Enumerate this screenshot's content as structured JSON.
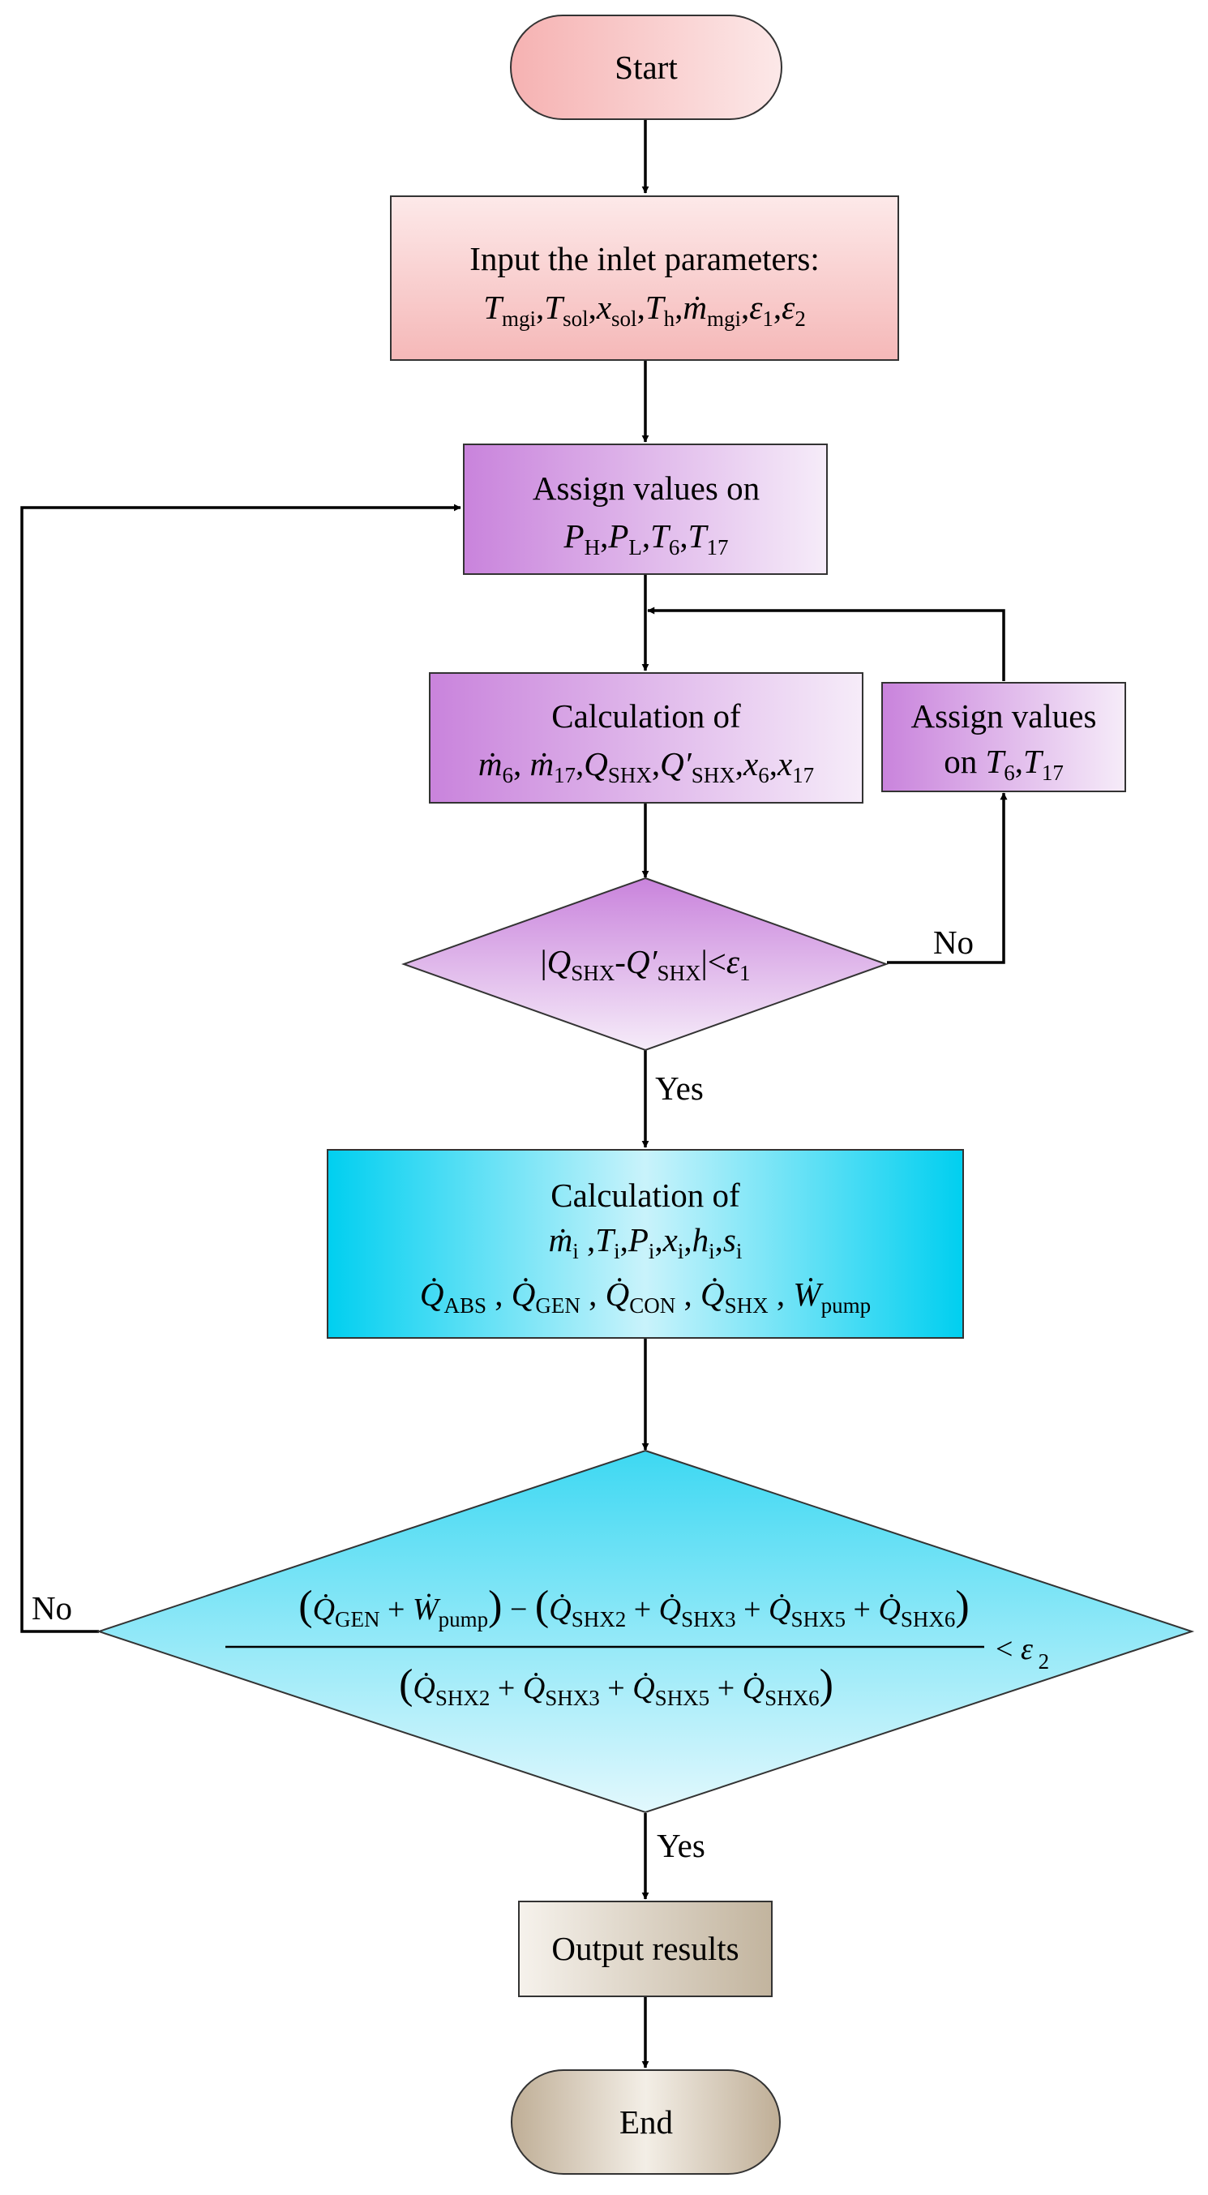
{
  "diagram": {
    "start": {
      "label": "Start"
    },
    "input": {
      "label": "Input the inlet parameters:",
      "params": "Tmgi, Tsol, xsol, Th, ṁmgi, ε1, ε2"
    },
    "assign_outer": {
      "label": "Assign values on",
      "params": "PH, PL, T6, T17"
    },
    "calc_inner": {
      "label": "Calculation of",
      "params": "ṁ6, ṁ17, QSHX, Q′SHX, x6, x17"
    },
    "assign_inner": {
      "line1": "Assign values",
      "line2": "on",
      "params": "T6, T17"
    },
    "check_inner": {
      "condition": "|QSHX-Q′SHX|<ε1",
      "no_label": "No",
      "yes_label": "Yes"
    },
    "calc_full": {
      "label": "Calculation of",
      "params_line1": "ṁi, Ti, Pi, xi, hi, si",
      "params_line2": "Q̇ABS, Q̇GEN, Q̇CON, Q̇SHX, Ẇpump"
    },
    "check_outer": {
      "condition": "((Q̇GEN + Ẇpump) − (Q̇SHX2 + Q̇SHX3 + Q̇SHX5 + Q̇SHX6)) / (Q̇SHX2 + Q̇SHX3 + Q̇SHX5 + Q̇SHX6) < ε2",
      "no_label": "No",
      "yes_label": "Yes"
    },
    "output": {
      "label": "Output results"
    },
    "end": {
      "label": "End"
    }
  },
  "colors": {
    "pink_start": "#f7b8b8",
    "pink_light": "#fdf0f0",
    "purple": "#cc88dd",
    "purple_light": "#f3e6f7",
    "cyan": "#00d0f0",
    "cyan_light": "#c8f4fc",
    "tan": "#b8a890",
    "tan_light": "#f6f2ec",
    "line": "#000000"
  }
}
